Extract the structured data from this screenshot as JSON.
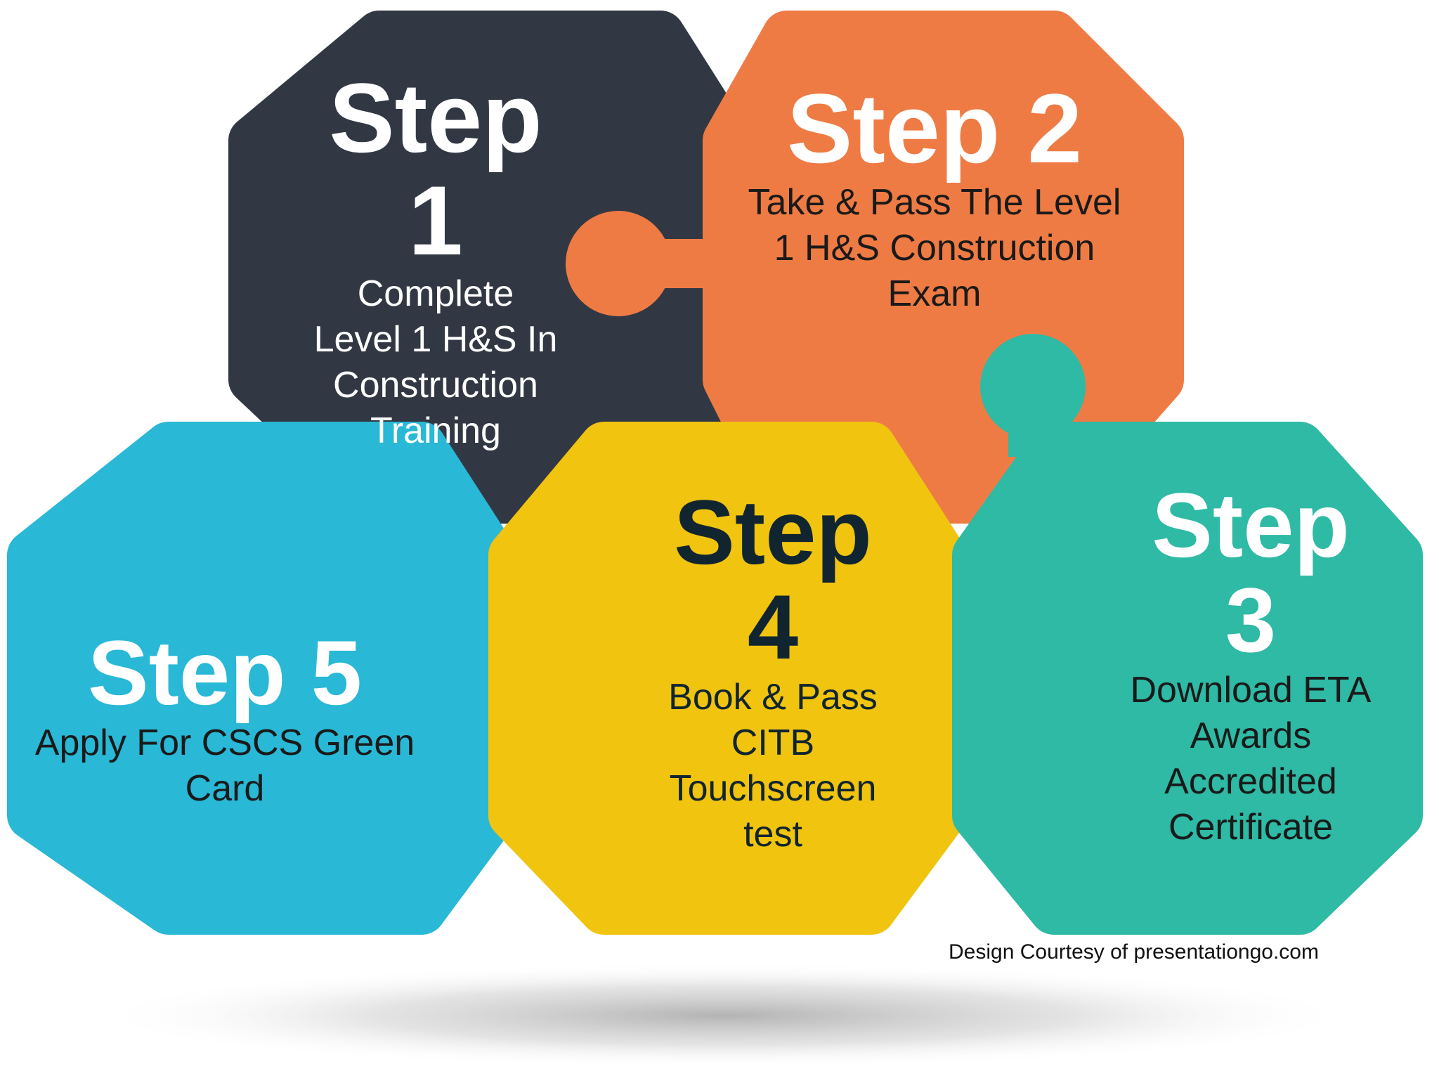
{
  "colors": {
    "step1": "#323843",
    "step2": "#EF7B44",
    "step3": "#2EBAA4",
    "step4": "#F0C40F",
    "step5": "#29B8D6",
    "text_light": "#ffffff",
    "text_dark": "#112530"
  },
  "steps": {
    "step1": {
      "heading_line1": "Step",
      "heading_line2": "1",
      "desc_lines": [
        "Complete",
        "Level 1 H&S In",
        "Construction",
        "Training"
      ]
    },
    "step2": {
      "heading_line1": "Step 2",
      "desc_lines": [
        "Take & Pass The Level",
        "1 H&S Construction",
        "Exam"
      ]
    },
    "step3": {
      "heading_line1": "Step",
      "heading_line2": "3",
      "desc_lines": [
        "Download ETA",
        "Awards",
        "Accredited",
        "Certificate"
      ]
    },
    "step4": {
      "heading_line1": "Step",
      "heading_line2": "4",
      "desc_lines": [
        "Book & Pass",
        "CITB",
        "Touchscreen",
        "test"
      ]
    },
    "step5": {
      "heading_line1": "Step 5",
      "desc_lines": [
        "Apply For CSCS Green",
        "Card"
      ]
    }
  },
  "credit": "Design Courtesy of presentationgo.com"
}
